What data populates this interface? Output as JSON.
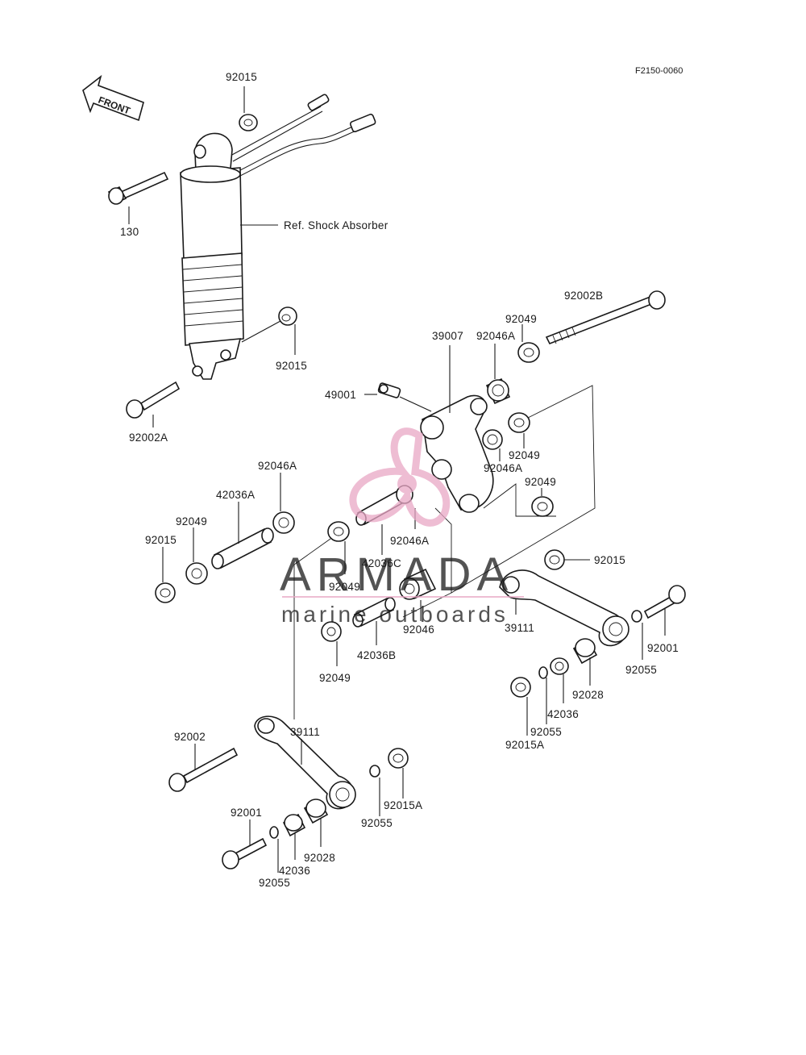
{
  "figure_code": "F2150-0060",
  "front_label": "FRONT",
  "ref_label": "Ref. Shock Absorber",
  "watermark": {
    "brand": "ARMADA",
    "tagline": "marine outboards",
    "accent_color": "#e9a7c5",
    "text_color": "#8a8a8a"
  },
  "labels": {
    "l_92015_top": "92015",
    "l_130": "130",
    "l_92015_shock_bottom": "92015",
    "l_92002A": "92002A",
    "l_92002B": "92002B",
    "l_92049_a": "92049",
    "l_92046A_a": "92046A",
    "l_39007": "39007",
    "l_49001": "49001",
    "l_92049_b": "92049",
    "l_92046A_b": "92046A",
    "l_92049_c": "92049",
    "l_92046A_c": "92046A",
    "l_42036A": "42036A",
    "l_92049_left": "92049",
    "l_92015_left": "92015",
    "l_92046A_mid": "92046A",
    "l_42036C": "42036C",
    "l_92049_mid": "92049",
    "l_92046": "92046",
    "l_42036B": "42036B",
    "l_92049_low": "92049",
    "l_92015_right": "92015",
    "l_39111_right": "39111",
    "l_92001_right": "92001",
    "l_92055_right": "92055",
    "l_92028_right": "92028",
    "l_42036_right": "42036",
    "l_92055_right2": "92055",
    "l_92015A_right": "92015A",
    "l_92002": "92002",
    "l_39111_left": "39111",
    "l_92001_left": "92001",
    "l_92055_left": "92055",
    "l_92015A_left": "92015A",
    "l_92028_left": "92028",
    "l_42036_left": "42036",
    "l_92055_left2": "92055"
  }
}
